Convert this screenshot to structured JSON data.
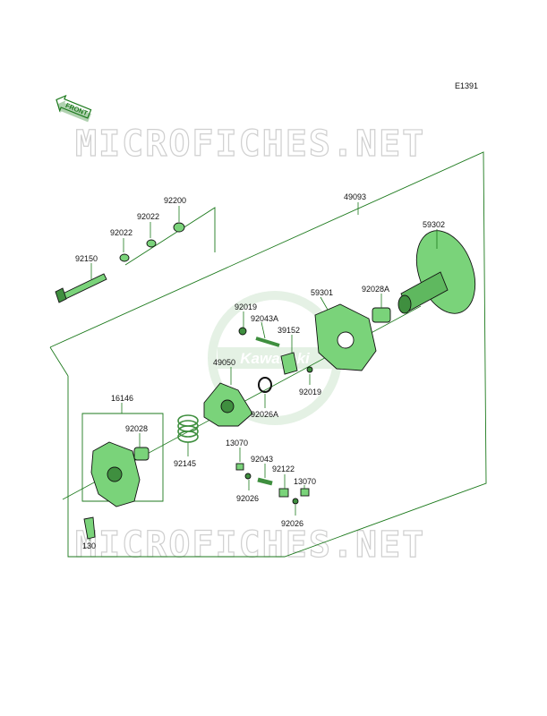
{
  "diagram_code": "E1391",
  "front_label": "FRONT",
  "watermark_text": "MICROFICHES.NET",
  "logo_text": "Kawasaki",
  "colors": {
    "leader": "#1d7a1d",
    "part_fill": "#7ad37a",
    "part_dark": "#3f8f3f",
    "logo": "#cfe6cf",
    "watermark": "#cfcfcf"
  },
  "labels": {
    "p92200": "92200",
    "p92022a": "92022",
    "p92022b": "92022",
    "p92150": "92150",
    "p49093": "49093",
    "p59302": "59302",
    "p92028a": "92028A",
    "p59301": "59301",
    "p92019a": "92019",
    "p92043a": "92043A",
    "p39152": "39152",
    "p49050": "49050",
    "p92019b": "92019",
    "p92026a": "92026A",
    "p16146": "16146",
    "p92028": "92028",
    "p92145": "92145",
    "p13070a": "13070",
    "p92043": "92043",
    "p92122": "92122",
    "p13070b": "13070",
    "p92026b": "92026",
    "p92026c": "92026",
    "p130": "130"
  }
}
